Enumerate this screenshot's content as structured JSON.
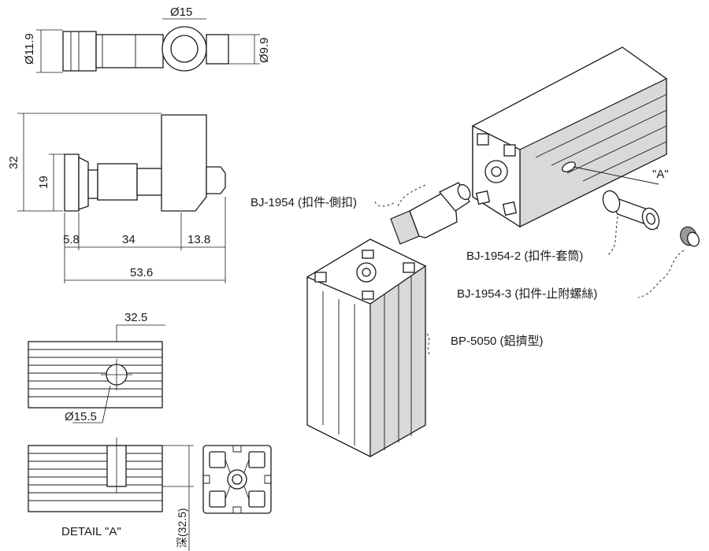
{
  "dimensions": {
    "d15": "Ø15",
    "d11_9": "Ø11.9",
    "d9_9": "Ø9.9",
    "h32": "32",
    "h19": "19",
    "w5_8": "5.8",
    "w34": "34",
    "w13_8": "13.8",
    "w53_6": "53.6",
    "w32_5": "32.5",
    "d15_5": "Ø15.5",
    "depth": "深(32.5)"
  },
  "detail_label": "DETAIL \"A\"",
  "callout_a": "\"A\"",
  "parts": {
    "side_clip": "BJ-1954 (扣件-側扣)",
    "sleeve": "BJ-1954-2 (扣件-套筒)",
    "screw": "BJ-1954-3 (扣件-止附螺絲)",
    "profile": "BP-5050 (鋁擠型)"
  }
}
